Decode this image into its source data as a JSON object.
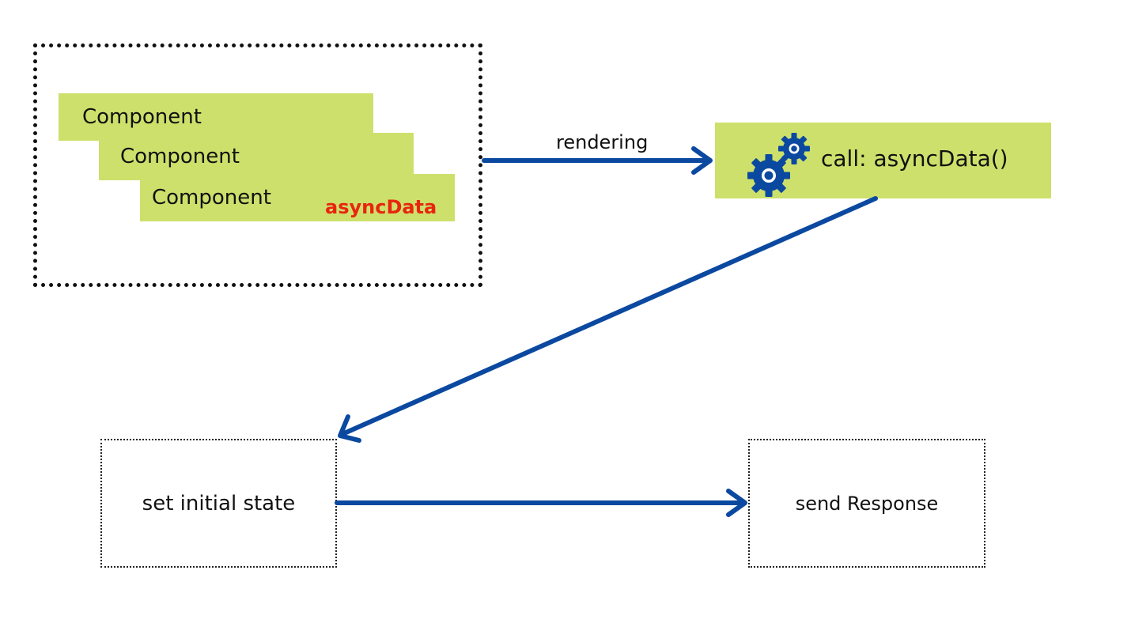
{
  "colors": {
    "green": "#cde06b",
    "red": "#e8250f",
    "arrow": "#0b49a0"
  },
  "group": {
    "components": [
      "Component",
      "Component",
      "Component"
    ],
    "async_label": "asyncData"
  },
  "edges": {
    "render_label": "rendering"
  },
  "call_box": {
    "label": "call: asyncData()",
    "icon": "gears-icon"
  },
  "state_box": {
    "label": "set initial state"
  },
  "response_box": {
    "label": "send Response"
  }
}
